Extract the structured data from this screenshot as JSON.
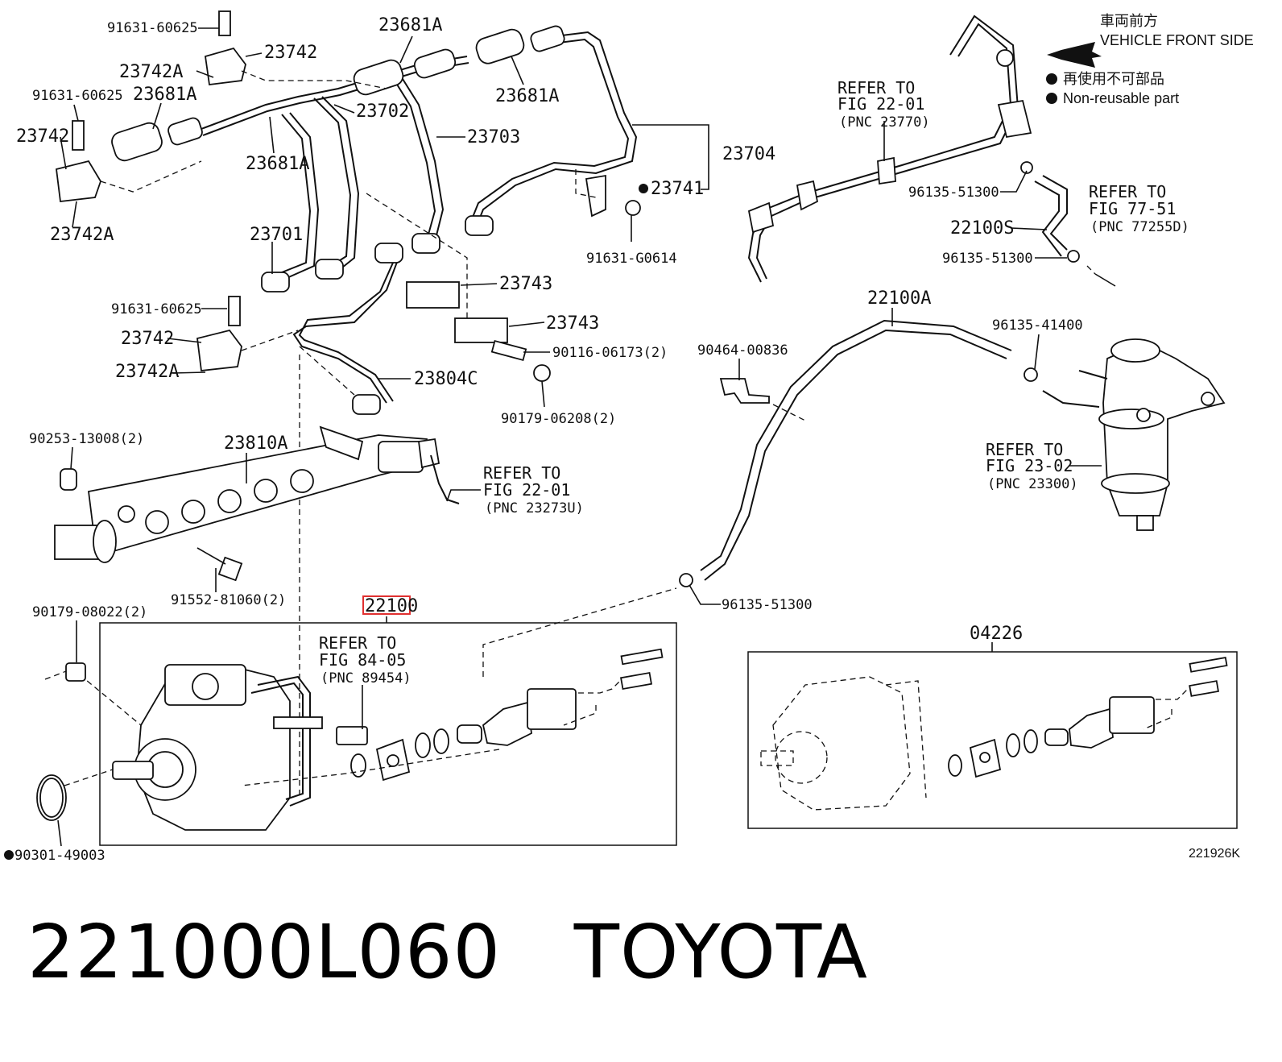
{
  "diagram": {
    "legend": {
      "front_jp": "車両前方",
      "front_en": "VEHICLE FRONT SIDE",
      "nonreuse_jp": "再使用不可部品",
      "nonreuse_en": "Non-reusable part"
    },
    "refs": {
      "r1": [
        "REFER TO",
        "FIG 22-01",
        "(PNC 23770)"
      ],
      "r2": [
        "REFER TO",
        "FIG 77-51",
        "(PNC 77255D)"
      ],
      "r3": [
        "REFER TO",
        "FIG 22-01",
        "(PNC 23273U)"
      ],
      "r4": [
        "REFER TO",
        "FIG 23-02",
        "(PNC 23300)"
      ],
      "r5": [
        "REFER TO",
        "FIG 84-05",
        "(PNC 89454)"
      ]
    },
    "labels": {
      "p91631_60625_a": "91631-60625",
      "p23681A_top": "23681A",
      "p23742_top": "23742",
      "p23742A_top": "23742A",
      "p91631_60625_b": "91631-60625",
      "p23681A_left": "23681A",
      "p23702": "23702",
      "p23681A_right": "23681A",
      "p23703": "23703",
      "p23742_left": "23742",
      "p23681A_mid": "23681A",
      "p23704": "23704",
      "p23742A_left": "23742A",
      "p23741": "23741",
      "p91631_G0614": "91631-G0614",
      "p23701": "23701",
      "p23743_a": "23743",
      "p23743_b": "23743",
      "p91631_60625_c": "91631-60625",
      "p23742_mid": "23742",
      "p23742A_mid": "23742A",
      "p90116_06173": "90116-06173(2)",
      "p23804C": "23804C",
      "p90179_06208": "90179-06208(2)",
      "p90253_13008": "90253-13008(2)",
      "p23810A": "23810A",
      "p91552_81060": "91552-81060(2)",
      "p90179_08022": "90179-08022(2)",
      "p22100": "22100",
      "p90301_49003": "90301-49003",
      "p96135_51300_a": "96135-51300",
      "p22100S": "22100S",
      "p96135_51300_b": "96135-51300",
      "p22100A": "22100A",
      "p96135_41400": "96135-41400",
      "p90464_00836": "90464-00836",
      "p96135_51300_c": "96135-51300",
      "p04226": "04226",
      "fig_id": "221926K"
    },
    "highlight_color": "#e03030"
  },
  "caption": {
    "part_number": "221000L060",
    "brand": "TOYOTA"
  }
}
